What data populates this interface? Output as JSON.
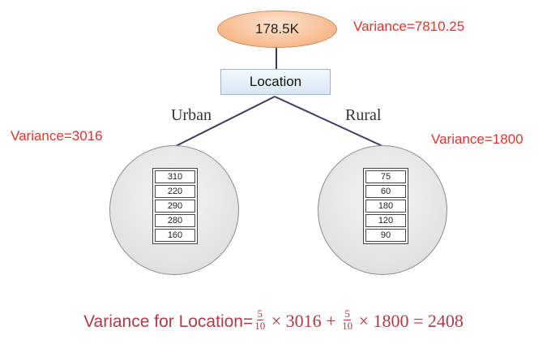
{
  "root": {
    "value": "178.5K",
    "variance": "Variance=7810.25"
  },
  "split": {
    "label": "Location"
  },
  "branches": [
    {
      "label": "Urban",
      "variance": "Variance=3016",
      "values": [
        "310",
        "220",
        "290",
        "280",
        "160"
      ]
    },
    {
      "label": "Rural",
      "variance": "Variance=1800",
      "values": [
        "75",
        "60",
        "180",
        "120",
        "90"
      ]
    }
  ],
  "formula": {
    "lead": "Variance for Location=",
    "w1_num": "5",
    "w1_den": "10",
    "times1": "× 3016 +",
    "w2_num": "5",
    "w2_den": "10",
    "times2": "× 1800 = 2408"
  },
  "colors": {
    "variance_text": "#e2342f",
    "formula_text": "#b03a48",
    "edge_line": "#3b3b63",
    "root_fill": "#f6b98c"
  }
}
